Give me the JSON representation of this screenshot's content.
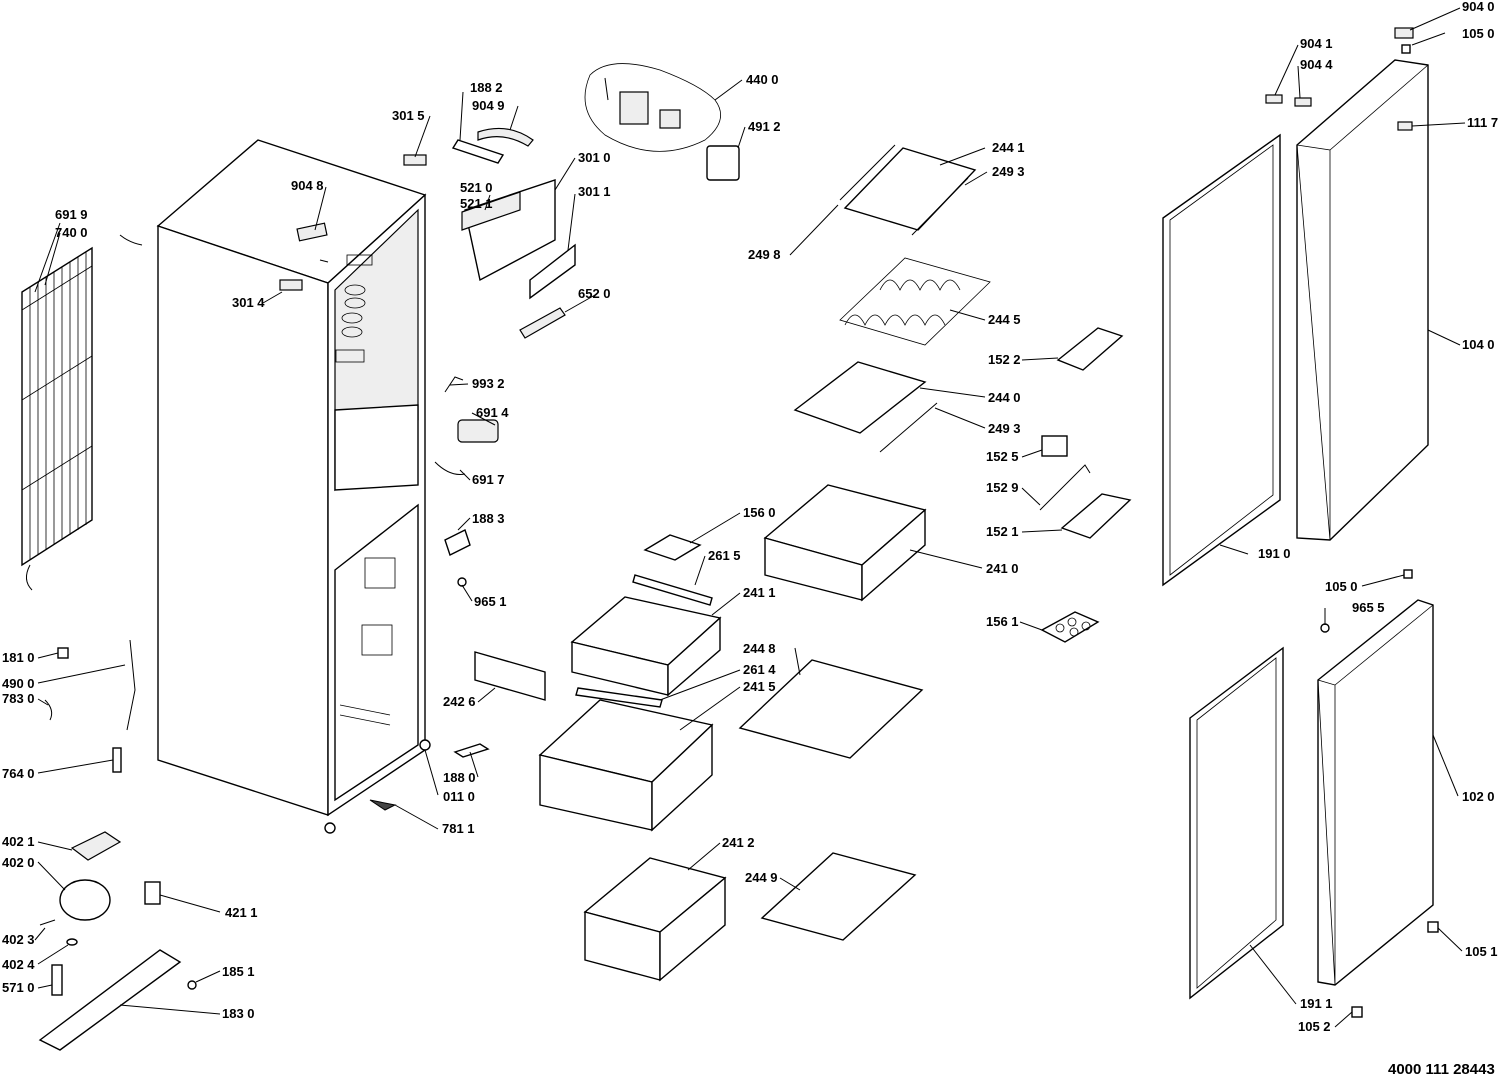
{
  "document_number": "4000 111 28443",
  "parts": [
    {
      "code": "904 0"
    },
    {
      "code": "105 0"
    },
    {
      "code": "904 1"
    },
    {
      "code": "904 4"
    },
    {
      "code": "111 7"
    },
    {
      "code": "104 0"
    },
    {
      "code": "440 0"
    },
    {
      "code": "491 2"
    },
    {
      "code": "188 2"
    },
    {
      "code": "904 9"
    },
    {
      "code": "301 5"
    },
    {
      "code": "301 0"
    },
    {
      "code": "521 0"
    },
    {
      "code": "521 1"
    },
    {
      "code": "301 1"
    },
    {
      "code": "652 0"
    },
    {
      "code": "904 8"
    },
    {
      "code": "301 4"
    },
    {
      "code": "691 9"
    },
    {
      "code": "740 0"
    },
    {
      "code": "244 1"
    },
    {
      "code": "249 3"
    },
    {
      "code": "249 8"
    },
    {
      "code": "244 5"
    },
    {
      "code": "152 2"
    },
    {
      "code": "244 0"
    },
    {
      "code": "249 3"
    },
    {
      "code": "152 5"
    },
    {
      "code": "152 9"
    },
    {
      "code": "152 1"
    },
    {
      "code": "993 2"
    },
    {
      "code": "691 4"
    },
    {
      "code": "691 7"
    },
    {
      "code": "188 3"
    },
    {
      "code": "965 1"
    },
    {
      "code": "156 0"
    },
    {
      "code": "261 5"
    },
    {
      "code": "241 0"
    },
    {
      "code": "241 1"
    },
    {
      "code": "191 0"
    },
    {
      "code": "105 0"
    },
    {
      "code": "965 5"
    },
    {
      "code": "156 1"
    },
    {
      "code": "181 0"
    },
    {
      "code": "490 0"
    },
    {
      "code": "783 0"
    },
    {
      "code": "242 6"
    },
    {
      "code": "244 8"
    },
    {
      "code": "261 4"
    },
    {
      "code": "241 5"
    },
    {
      "code": "764 0"
    },
    {
      "code": "188 0"
    },
    {
      "code": "011 0"
    },
    {
      "code": "102 0"
    },
    {
      "code": "781 1"
    },
    {
      "code": "402 1"
    },
    {
      "code": "402 0"
    },
    {
      "code": "241 2"
    },
    {
      "code": "421 1"
    },
    {
      "code": "244 9"
    },
    {
      "code": "402 3"
    },
    {
      "code": "402 4"
    },
    {
      "code": "185 1"
    },
    {
      "code": "105 1"
    },
    {
      "code": "571 0"
    },
    {
      "code": "183 0"
    },
    {
      "code": "191 1"
    },
    {
      "code": "105 2"
    }
  ]
}
